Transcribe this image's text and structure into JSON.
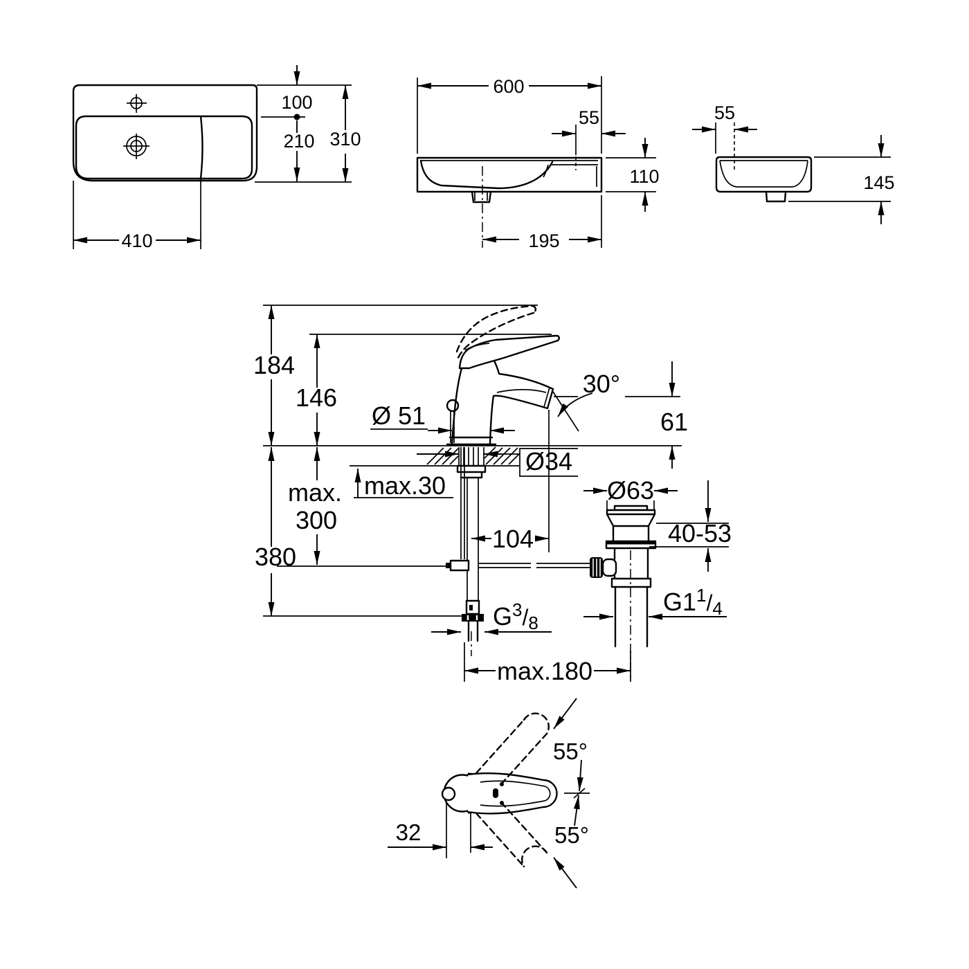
{
  "drawing": {
    "basin_top_view": {
      "offset_100": "100",
      "offset_210": "210",
      "height_310": "310",
      "width_410": "410"
    },
    "basin_side_view": {
      "width_600": "600",
      "tap_offset_55": "55",
      "depth_110": "110",
      "drain_offset_195": "195"
    },
    "basin_end_view": {
      "tap_offset_55": "55",
      "height_145": "145"
    },
    "faucet_front_view": {
      "height_184": "184",
      "height_146": "146",
      "base_diameter": "Ø 51",
      "spout_angle_30": "30°",
      "spout_height_61": "61",
      "shank_diameter": "Ø34",
      "deck_thickness_max": "max.30",
      "rod_length_max_line1": "max.",
      "rod_length_max_line2": "300",
      "height_380": "380",
      "spout_projection_104": "104",
      "waste_flange_diameter": "Ø63",
      "clamp_range": "40-53",
      "supply_thread": {
        "prefix": "G",
        "sup": "3",
        "slash": "/",
        "sub": "8"
      },
      "waste_thread": {
        "prefix": "G1",
        "sup": "1",
        "slash": "/",
        "sub": "4"
      },
      "rod_spacing_max": "max.180"
    },
    "handle_top_view": {
      "swivel_up_angle": "55°",
      "swivel_down_angle": "55°",
      "lever_offset_32": "32"
    }
  },
  "colors": {
    "line": "#000000",
    "background": "#ffffff"
  }
}
